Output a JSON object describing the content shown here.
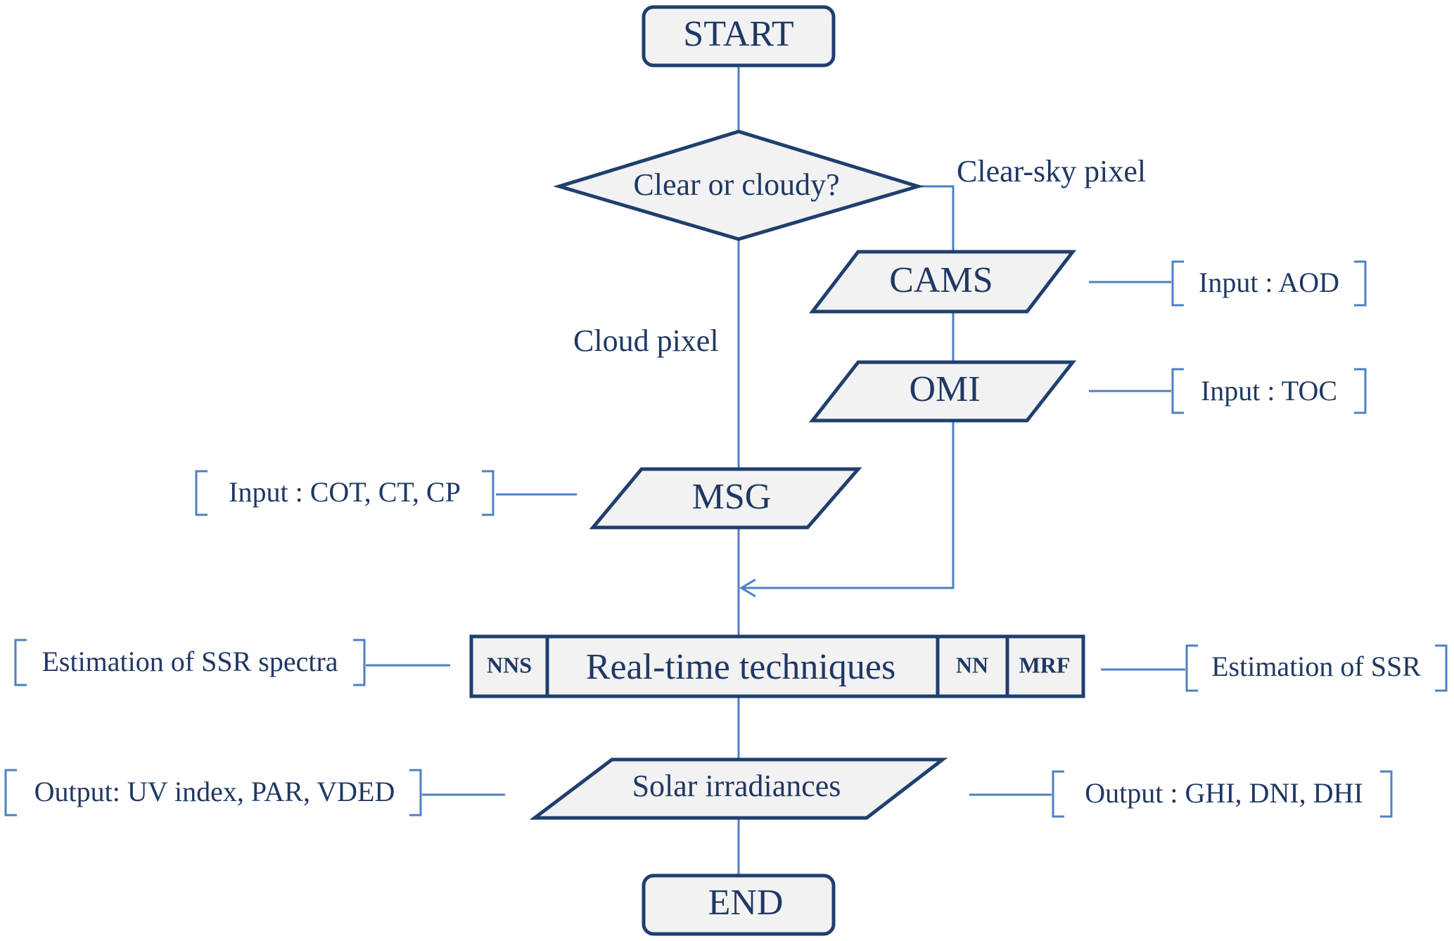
{
  "nodes": {
    "start": "START",
    "decision": "Clear or cloudy?",
    "cams": "CAMS",
    "omi": "OMI",
    "msg": "MSG",
    "realtime": "Real-time techniques",
    "nns": "NNS",
    "nn": "NN",
    "mrf": "MRF",
    "solar": "Solar irradiances",
    "end": "END"
  },
  "edge_labels": {
    "clear_sky": "Clear-sky pixel",
    "cloud": "Cloud pixel"
  },
  "annotations": {
    "cams_input": "Input : AOD",
    "omi_input": "Input : TOC",
    "msg_input": "Input : COT, CT, CP",
    "ssr_spectra": "Estimation of SSR spectra",
    "ssr": "Estimation of SSR",
    "output_uv": "Output: UV index, PAR, VDED",
    "output_ghi": "Output : GHI, DNI, DHI"
  },
  "colors": {
    "shape_fill": "#f2f2f2",
    "shape_stroke": "#1f3f6e",
    "connector": "#4f7fc4",
    "text": "#1f3864"
  }
}
